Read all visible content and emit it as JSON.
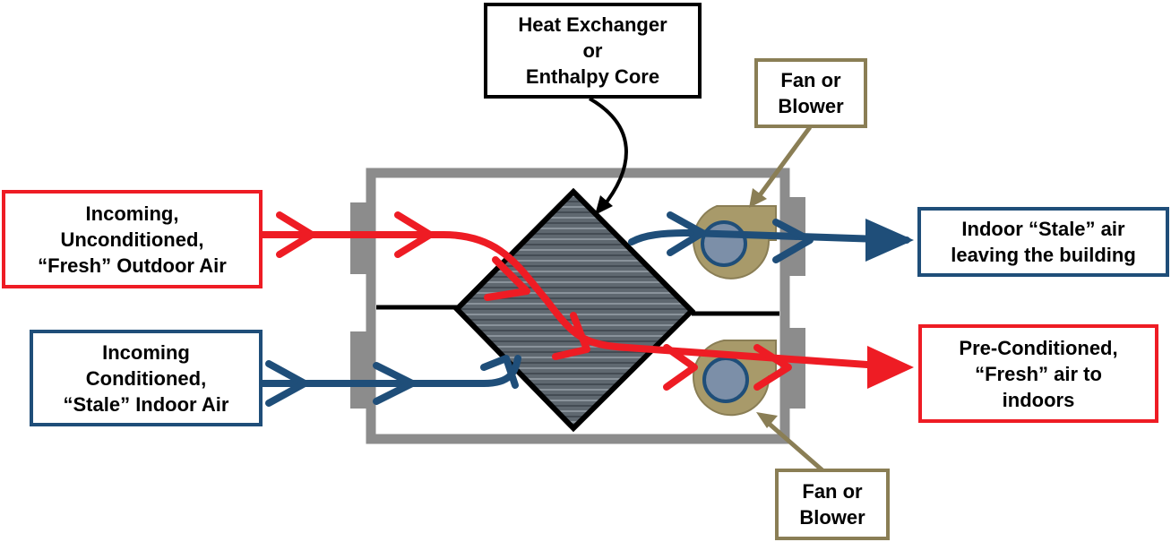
{
  "labels": {
    "heat_exchanger": [
      "Heat Exchanger",
      "or",
      "Enthalpy Core"
    ],
    "fan_top": [
      "Fan or",
      "Blower"
    ],
    "fan_bottom": [
      "Fan or",
      "Blower"
    ],
    "incoming_fresh": [
      "Incoming,",
      "Unconditioned,",
      "“Fresh” Outdoor Air"
    ],
    "incoming_stale": [
      "Incoming",
      "Conditioned,",
      "“Stale” Indoor Air"
    ],
    "outgoing_stale": [
      "Indoor “Stale” air",
      "leaving the building"
    ],
    "outgoing_fresh": [
      "Pre-Conditioned,",
      "“Fresh” air to",
      "indoors"
    ]
  },
  "colors": {
    "fresh_air": "#ee1c24",
    "stale_air": "#1f4e79",
    "housing": "#8c8c8c",
    "fan": "#a89a6a",
    "fan_outline": "#8a7e55",
    "core": "#5f6870"
  }
}
